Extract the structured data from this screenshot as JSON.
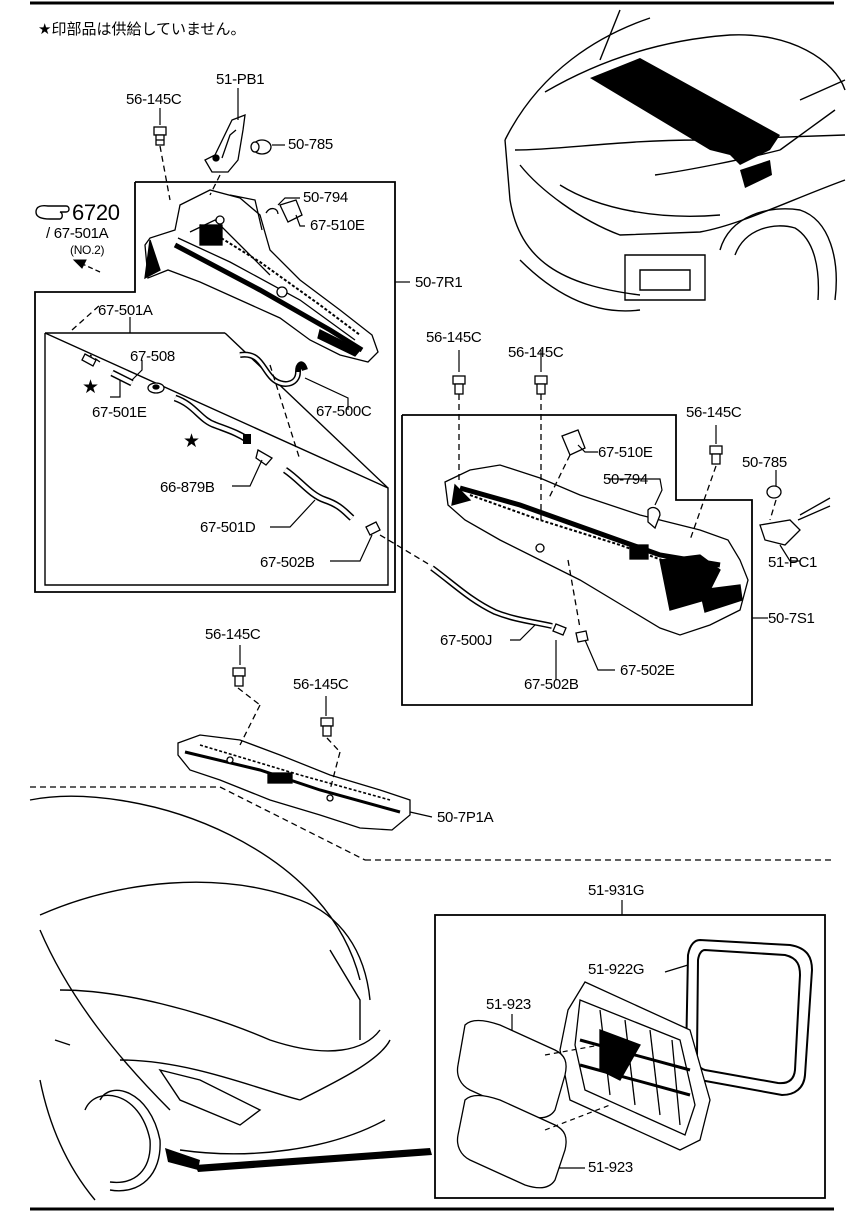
{
  "header_note": "★印部品は供給していません。",
  "ref": {
    "page": "6720",
    "sub_part": "67-501A",
    "sub_note": "(NO.2)"
  },
  "labels": {
    "l_56_145C_a": "56-145C",
    "l_51_PB1": "51-PB1",
    "l_50_785_a": "50-785",
    "l_50_794_a": "50-794",
    "l_67_510E_a": "67-510E",
    "l_50_7R1": "50-7R1",
    "l_67_501A": "67-501A",
    "l_67_508": "67-508",
    "l_67_501E": "67-501E",
    "l_67_500C": "67-500C",
    "l_66_879B": "66-879B",
    "l_67_501D": "67-501D",
    "l_67_502B_a": "67-502B",
    "l_56_145C_b": "56-145C",
    "l_56_145C_c": "56-145C",
    "l_56_145C_d": "56-145C",
    "l_67_510E_b": "67-510E",
    "l_50_785_b": "50-785",
    "l_50_794_b": "50-794",
    "l_51_PC1": "51-PC1",
    "l_50_7S1": "50-7S1",
    "l_67_500J": "67-500J",
    "l_67_502B_b": "67-502B",
    "l_67_502E": "67-502E",
    "l_56_145C_e": "56-145C",
    "l_56_145C_f": "56-145C",
    "l_50_7P1A": "50-7P1A",
    "l_51_931G": "51-931G",
    "l_51_922G": "51-922G",
    "l_51_923_a": "51-923",
    "l_51_923_b": "51-923"
  },
  "star_marks": [
    "★",
    "★"
  ]
}
